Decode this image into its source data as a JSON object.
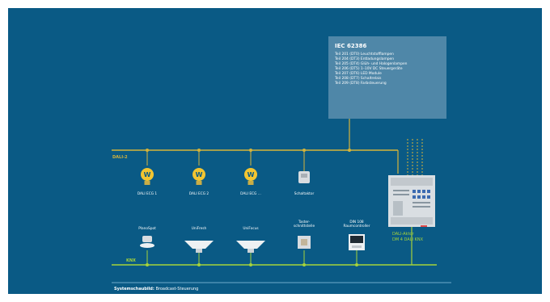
{
  "iec": {
    "title": "IEC 62386",
    "lines": [
      "Teil 201 (DT0) Leuchtstofflampen",
      "Teil 204 (DT3) Entladungslampen",
      "Teil 205 (DT4) Glüh- und Halogenlampen",
      "Teil 206 (DT5) 1–10V DC Steuergeräte",
      "Teil 207 (DT6) LED Module",
      "Teil 208 (DT7) Schaltrelais",
      "Teil 209 (DT8) Farbsteuerung"
    ]
  },
  "buses": {
    "dali": "DALI-2",
    "knx": "KNX"
  },
  "dali_devices": [
    "DALI ECG 1",
    "DALI ECG 2",
    "DALI ECG ...",
    "Schaltaktor"
  ],
  "knx_devices": [
    "PlanoSpot",
    "UniFresh",
    "UniFocus",
    "Taster-\nschnittstelle",
    "DIN 108\nRaumcontroller"
  ],
  "actor": {
    "line1": "DALI-Aktor",
    "line2": "DM 4 DALI KNX"
  },
  "footer": {
    "label": "Systemschaubild:",
    "text": "Broadcast-Steuerung"
  },
  "colors": {
    "background": "#0a5a85",
    "dali_bus": "#d6b43a",
    "knx_bus": "#a6d33a",
    "box": "#4f87a8"
  }
}
